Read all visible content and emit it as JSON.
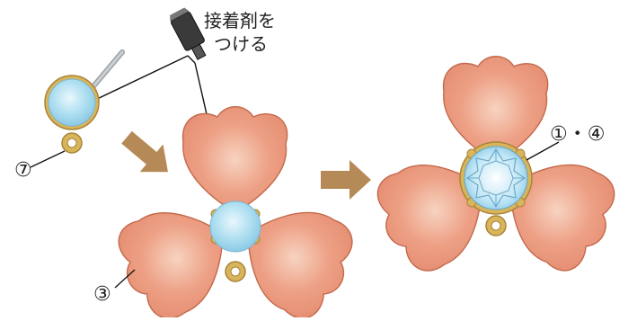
{
  "labels": {
    "glue_line1": "接着剤を",
    "glue_line2": "つける",
    "part_7": "⑦",
    "part_3": "③",
    "parts_1_4": "①・④"
  },
  "colors": {
    "petal_fill": "#eda085",
    "petal_edge": "#c4694b",
    "petal_highlight": "#f6c9b3",
    "bead_fill": "#a9dcef",
    "bead_edge": "#7ab8d6",
    "gold": "#d8b45a",
    "gold_edge": "#a9853a",
    "arrow": "#b58a57",
    "tube": "#333333",
    "line": "#111111"
  },
  "icons": {
    "glue_tube": "glue-tube-icon",
    "arrow": "right-arrow-icon"
  }
}
